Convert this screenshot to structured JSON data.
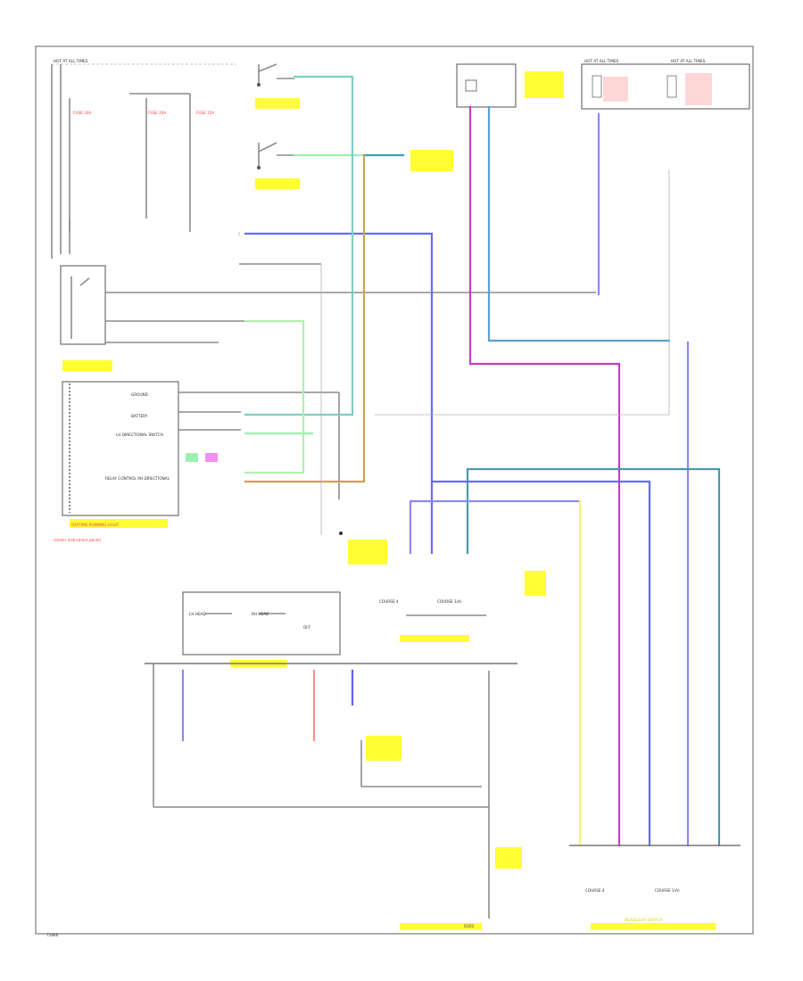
{
  "diagram": {
    "corner_id": "71846",
    "power_distribution_label": "HOT AT ALL TIMES",
    "fuse_labels": [
      "FUSE 10A",
      "FUSE 20A",
      "FUSE 15A"
    ],
    "hot_at_all_times_1": "HOT AT ALL TIMES",
    "hot_at_all_times_2": "HOT AT ALL TIMES",
    "ecu_label": "DAYTIME RUNNING LIGHT",
    "ecu_sublabel": "(Under instrument panel)",
    "ecu_pins": [
      "GROUND",
      "BATTERY",
      "LH DIRECTIONAL SWITCH",
      "RELAY CONTROL RH DIRECTIONAL"
    ],
    "bottom_left_switch_labels": [
      "LH HEAD",
      "RH HEAD",
      "OFF"
    ],
    "bottom_right_labels": [
      "COURSE 4",
      "COURSE 1(A)"
    ],
    "right_connector_label": "HEADLIGHT SWITCH",
    "ground_label": "G101"
  },
  "colors": {
    "purple": "#c040c0",
    "blue": "#6060ff",
    "teal": "#3aa0b0",
    "yellow": "#f0f060",
    "orange": "#c89030",
    "green": "#8de08d",
    "light_green": "#9cf0b0",
    "gray": "#8c8c8c",
    "red": "#ff4040"
  }
}
